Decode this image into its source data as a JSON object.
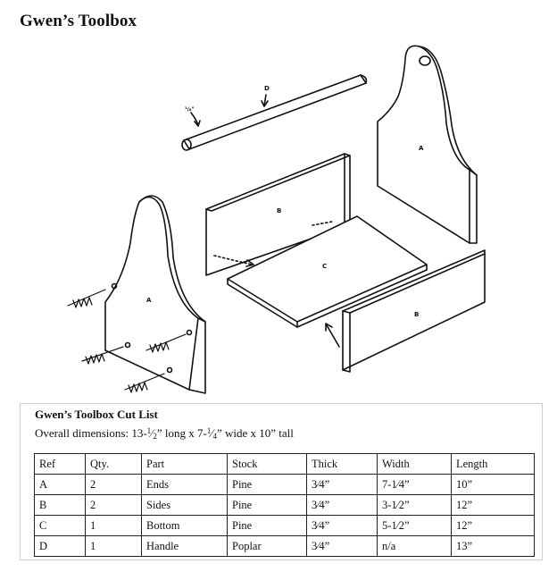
{
  "title": "Gwen’s Toolbox",
  "illustration": {
    "labels": {
      "end_right": "A",
      "end_left": "A",
      "side_back": "B",
      "side_front": "B",
      "bottom": "C",
      "handle": "D",
      "handle_hole": "¹/₈\""
    }
  },
  "cut_list": {
    "title": "Gwen’s Toolbox Cut List",
    "dimensions": {
      "prefix": "Overall dimensions: 13-",
      "long_num": "1",
      "long_den": "2",
      "mid1": "” long x 7-",
      "wide_num": "1",
      "wide_den": "4",
      "mid2": "” wide x 10” tall"
    },
    "columns": [
      "Ref",
      "Qty.",
      "Part",
      "Stock",
      "Thick",
      "Width",
      "Length"
    ],
    "rows": [
      {
        "ref": "A",
        "qty": "2",
        "part": "Ends",
        "stock": "Pine",
        "thick": "3⁄4”",
        "width": "7-1⁄4”",
        "length": "10”"
      },
      {
        "ref": "B",
        "qty": "2",
        "part": "Sides",
        "stock": "Pine",
        "thick": "3⁄4”",
        "width": "3-1⁄2”",
        "length": "12”"
      },
      {
        "ref": "C",
        "qty": "1",
        "part": "Bottom",
        "stock": "Pine",
        "thick": "3⁄4”",
        "width": "5-1⁄2”",
        "length": "12”"
      },
      {
        "ref": "D",
        "qty": "1",
        "part": "Handle",
        "stock": "Poplar",
        "thick": "3⁄4”",
        "width": "n/a",
        "length": "13”"
      }
    ]
  }
}
